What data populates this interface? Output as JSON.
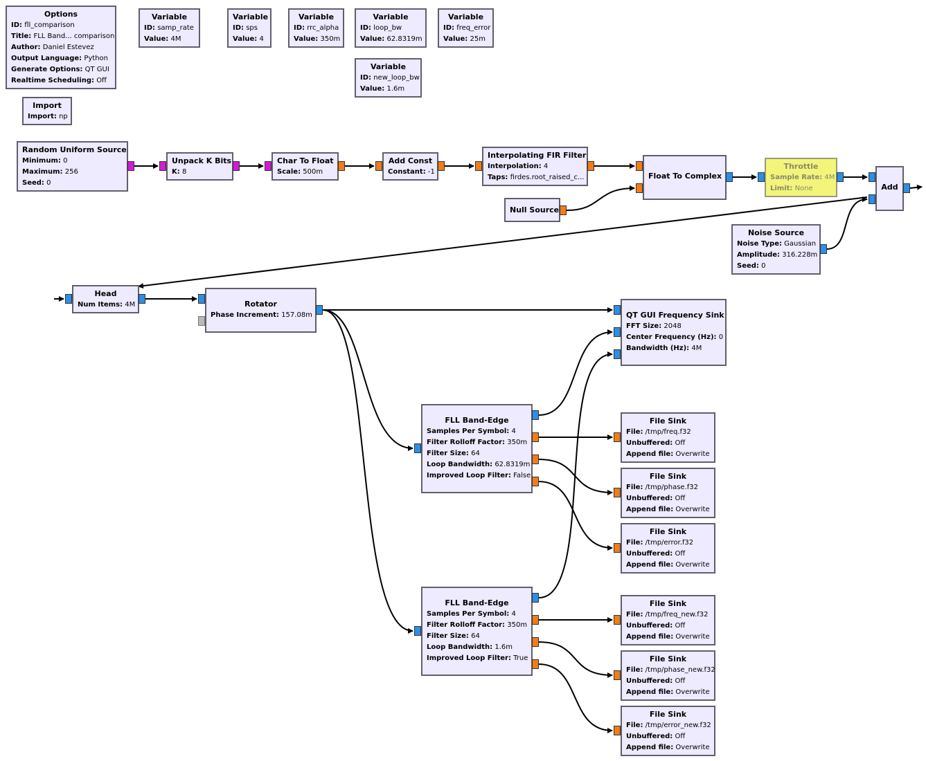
{
  "blocks": {
    "options": {
      "title": "Options",
      "params": [
        {
          "k": "ID:",
          "v": "fll_comparison"
        },
        {
          "k": "Title:",
          "v": "FLL Band... comparison"
        },
        {
          "k": "Author:",
          "v": "Daniel Estevez"
        },
        {
          "k": "Output Language:",
          "v": "Python"
        },
        {
          "k": "Generate Options:",
          "v": "QT GUI"
        },
        {
          "k": "Realtime Scheduling:",
          "v": "Off"
        }
      ]
    },
    "var_samp_rate": {
      "title": "Variable",
      "params": [
        {
          "k": "ID:",
          "v": "samp_rate"
        },
        {
          "k": "Value:",
          "v": "4M"
        }
      ]
    },
    "var_sps": {
      "title": "Variable",
      "params": [
        {
          "k": "ID:",
          "v": "sps"
        },
        {
          "k": "Value:",
          "v": "4"
        }
      ]
    },
    "var_rrc_alpha": {
      "title": "Variable",
      "params": [
        {
          "k": "ID:",
          "v": "rrc_alpha"
        },
        {
          "k": "Value:",
          "v": "350m"
        }
      ]
    },
    "var_loop_bw": {
      "title": "Variable",
      "params": [
        {
          "k": "ID:",
          "v": "loop_bw"
        },
        {
          "k": "Value:",
          "v": "62.8319m"
        }
      ]
    },
    "var_freq_error": {
      "title": "Variable",
      "params": [
        {
          "k": "ID:",
          "v": "freq_error"
        },
        {
          "k": "Value:",
          "v": "25m"
        }
      ]
    },
    "var_new_loop_bw": {
      "title": "Variable",
      "params": [
        {
          "k": "ID:",
          "v": "new_loop_bw"
        },
        {
          "k": "Value:",
          "v": "1.6m"
        }
      ]
    },
    "import": {
      "title": "Import",
      "params": [
        {
          "k": "Import:",
          "v": "np"
        }
      ]
    },
    "random_source": {
      "title": "Random Uniform Source",
      "params": [
        {
          "k": "Minimum:",
          "v": "0"
        },
        {
          "k": "Maximum:",
          "v": "256"
        },
        {
          "k": "Seed:",
          "v": "0"
        }
      ]
    },
    "unpack_k_bits": {
      "title": "Unpack K Bits",
      "params": [
        {
          "k": "K:",
          "v": "8"
        }
      ]
    },
    "char_to_float": {
      "title": "Char To Float",
      "params": [
        {
          "k": "Scale:",
          "v": "500m"
        }
      ]
    },
    "add_const": {
      "title": "Add Const",
      "params": [
        {
          "k": "Constant:",
          "v": "-1"
        }
      ]
    },
    "interp_fir": {
      "title": "Interpolating FIR Filter",
      "params": [
        {
          "k": "Interpolation:",
          "v": "4"
        },
        {
          "k": "Taps:",
          "v": "firdes.root_raised_c..."
        }
      ]
    },
    "float_to_complex": {
      "title": "Float To Complex",
      "params": []
    },
    "null_source": {
      "title": "Null Source",
      "params": []
    },
    "throttle": {
      "title": "Throttle",
      "params": [
        {
          "k": "Sample Rate:",
          "v": "4M"
        },
        {
          "k": "Limit:",
          "v": "None"
        }
      ]
    },
    "add": {
      "title": "Add",
      "params": []
    },
    "noise_source": {
      "title": "Noise Source",
      "params": [
        {
          "k": "Noise Type:",
          "v": "Gaussian"
        },
        {
          "k": "Amplitude:",
          "v": "316.228m"
        },
        {
          "k": "Seed:",
          "v": "0"
        }
      ]
    },
    "head": {
      "title": "Head",
      "params": [
        {
          "k": "Num Items:",
          "v": "4M"
        }
      ]
    },
    "rotator": {
      "title": "Rotator",
      "params": [
        {
          "k": "Phase Increment:",
          "v": "157.08m"
        }
      ]
    },
    "freq_sink": {
      "title": "QT GUI Frequency Sink",
      "params": [
        {
          "k": "FFT Size:",
          "v": "2048"
        },
        {
          "k": "Center Frequency (Hz):",
          "v": "0"
        },
        {
          "k": "Bandwidth (Hz):",
          "v": "4M"
        }
      ]
    },
    "fll1": {
      "title": "FLL Band-Edge",
      "params": [
        {
          "k": "Samples Per Symbol:",
          "v": "4"
        },
        {
          "k": "Filter Rolloff Factor:",
          "v": "350m"
        },
        {
          "k": "Filter Size:",
          "v": "64"
        },
        {
          "k": "Loop Bandwidth:",
          "v": "62.8319m"
        },
        {
          "k": "Improved Loop Filter:",
          "v": "False"
        }
      ]
    },
    "fll2": {
      "title": "FLL Band-Edge",
      "params": [
        {
          "k": "Samples Per Symbol:",
          "v": "4"
        },
        {
          "k": "Filter Rolloff Factor:",
          "v": "350m"
        },
        {
          "k": "Filter Size:",
          "v": "64"
        },
        {
          "k": "Loop Bandwidth:",
          "v": "1.6m"
        },
        {
          "k": "Improved Loop Filter:",
          "v": "True"
        }
      ]
    },
    "fs_freq": {
      "title": "File Sink",
      "params": [
        {
          "k": "File:",
          "v": "/tmp/freq.f32"
        },
        {
          "k": "Unbuffered:",
          "v": "Off"
        },
        {
          "k": "Append file:",
          "v": "Overwrite"
        }
      ]
    },
    "fs_phase": {
      "title": "File Sink",
      "params": [
        {
          "k": "File:",
          "v": "/tmp/phase.f32"
        },
        {
          "k": "Unbuffered:",
          "v": "Off"
        },
        {
          "k": "Append file:",
          "v": "Overwrite"
        }
      ]
    },
    "fs_error": {
      "title": "File Sink",
      "params": [
        {
          "k": "File:",
          "v": "/tmp/error.f32"
        },
        {
          "k": "Unbuffered:",
          "v": "Off"
        },
        {
          "k": "Append file:",
          "v": "Overwrite"
        }
      ]
    },
    "fs_freq_new": {
      "title": "File Sink",
      "params": [
        {
          "k": "File:",
          "v": "/tmp/freq_new.f32"
        },
        {
          "k": "Unbuffered:",
          "v": "Off"
        },
        {
          "k": "Append file:",
          "v": "Overwrite"
        }
      ]
    },
    "fs_phase_new": {
      "title": "File Sink",
      "params": [
        {
          "k": "File:",
          "v": "/tmp/phase_new.f32"
        },
        {
          "k": "Unbuffered:",
          "v": "Off"
        },
        {
          "k": "Append file:",
          "v": "Overwrite"
        }
      ]
    },
    "fs_error_new": {
      "title": "File Sink",
      "params": [
        {
          "k": "File:",
          "v": "/tmp/error_new.f32"
        },
        {
          "k": "Unbuffered:",
          "v": "Off"
        },
        {
          "k": "Append file:",
          "v": "Overwrite"
        }
      ]
    }
  },
  "colors": {
    "block_fill": "#eeeaff",
    "disabled_fill": "#f2f57a",
    "port_complex": "#2b8fe6",
    "port_float": "#f07d1a",
    "port_byte": "#d21bd9",
    "port_disabled": "#b9b9b9"
  }
}
